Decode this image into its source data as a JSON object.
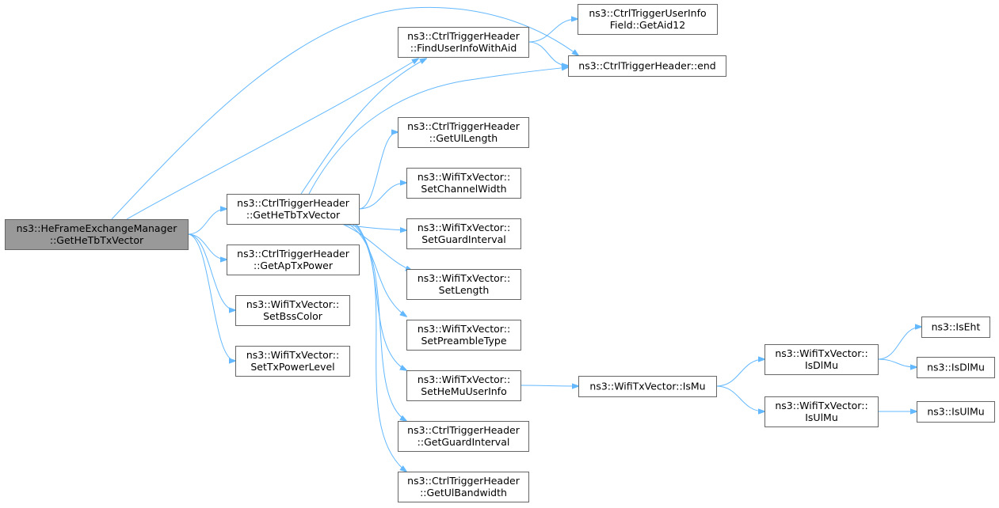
{
  "nodes": [
    {
      "id": "root",
      "lines": [
        "ns3::HeFrameExchangeManager",
        "::GetHeTbTxVector"
      ],
      "root": true
    },
    {
      "id": "gethetb",
      "lines": [
        "ns3::CtrlTriggerHeader",
        "::GetHeTbTxVector"
      ]
    },
    {
      "id": "getap",
      "lines": [
        "ns3::CtrlTriggerHeader",
        "::GetApTxPower"
      ]
    },
    {
      "id": "setbss",
      "lines": [
        "ns3::WifiTxVector::",
        "SetBssColor"
      ]
    },
    {
      "id": "settxpow",
      "lines": [
        "ns3::WifiTxVector::",
        "SetTxPowerLevel"
      ]
    },
    {
      "id": "finduser",
      "lines": [
        "ns3::CtrlTriggerHeader",
        "::FindUserInfoWithAid"
      ]
    },
    {
      "id": "getaid",
      "lines": [
        "ns3::CtrlTriggerUserInfo",
        "Field::GetAid12"
      ]
    },
    {
      "id": "end",
      "lines": [
        "ns3::CtrlTriggerHeader::end"
      ]
    },
    {
      "id": "getullen",
      "lines": [
        "ns3::CtrlTriggerHeader",
        "::GetUlLength"
      ]
    },
    {
      "id": "setchw",
      "lines": [
        "ns3::WifiTxVector::",
        "SetChannelWidth"
      ]
    },
    {
      "id": "setgi",
      "lines": [
        "ns3::WifiTxVector::",
        "SetGuardInterval"
      ]
    },
    {
      "id": "setlen",
      "lines": [
        "ns3::WifiTxVector::",
        "SetLength"
      ]
    },
    {
      "id": "setpre",
      "lines": [
        "ns3::WifiTxVector::",
        "SetPreambleType"
      ]
    },
    {
      "id": "sethemu",
      "lines": [
        "ns3::WifiTxVector::",
        "SetHeMuUserInfo"
      ]
    },
    {
      "id": "getgi",
      "lines": [
        "ns3::CtrlTriggerHeader",
        "::GetGuardInterval"
      ]
    },
    {
      "id": "getulbw",
      "lines": [
        "ns3::CtrlTriggerHeader",
        "::GetUlBandwidth"
      ]
    },
    {
      "id": "ismu",
      "lines": [
        "ns3::WifiTxVector::IsMu"
      ]
    },
    {
      "id": "isdlmu",
      "lines": [
        "ns3::WifiTxVector::",
        "IsDlMu"
      ]
    },
    {
      "id": "isulmu",
      "lines": [
        "ns3::WifiTxVector::",
        "IsUlMu"
      ]
    },
    {
      "id": "iseht",
      "lines": [
        "ns3::IsEht"
      ]
    },
    {
      "id": "isdlmu2",
      "lines": [
        "ns3::IsDlMu"
      ]
    },
    {
      "id": "isulmu2",
      "lines": [
        "ns3::IsUlMu"
      ]
    }
  ],
  "edges": [
    {
      "from": "root",
      "to": "gethetb"
    },
    {
      "from": "root",
      "to": "getap"
    },
    {
      "from": "root",
      "to": "setbss"
    },
    {
      "from": "root",
      "to": "settxpow"
    },
    {
      "from": "root",
      "to": "finduser"
    },
    {
      "from": "root",
      "to": "end"
    },
    {
      "from": "finduser",
      "to": "getaid"
    },
    {
      "from": "finduser",
      "to": "end"
    },
    {
      "from": "gethetb",
      "to": "finduser"
    },
    {
      "from": "gethetb",
      "to": "end"
    },
    {
      "from": "gethetb",
      "to": "getullen"
    },
    {
      "from": "gethetb",
      "to": "setchw"
    },
    {
      "from": "gethetb",
      "to": "setgi"
    },
    {
      "from": "gethetb",
      "to": "setlen"
    },
    {
      "from": "gethetb",
      "to": "setpre"
    },
    {
      "from": "gethetb",
      "to": "sethemu"
    },
    {
      "from": "gethetb",
      "to": "getgi"
    },
    {
      "from": "gethetb",
      "to": "getulbw"
    },
    {
      "from": "sethemu",
      "to": "ismu"
    },
    {
      "from": "ismu",
      "to": "isdlmu"
    },
    {
      "from": "ismu",
      "to": "isulmu"
    },
    {
      "from": "isdlmu",
      "to": "iseht"
    },
    {
      "from": "isdlmu",
      "to": "isdlmu2"
    },
    {
      "from": "isulmu",
      "to": "isulmu2"
    }
  ]
}
